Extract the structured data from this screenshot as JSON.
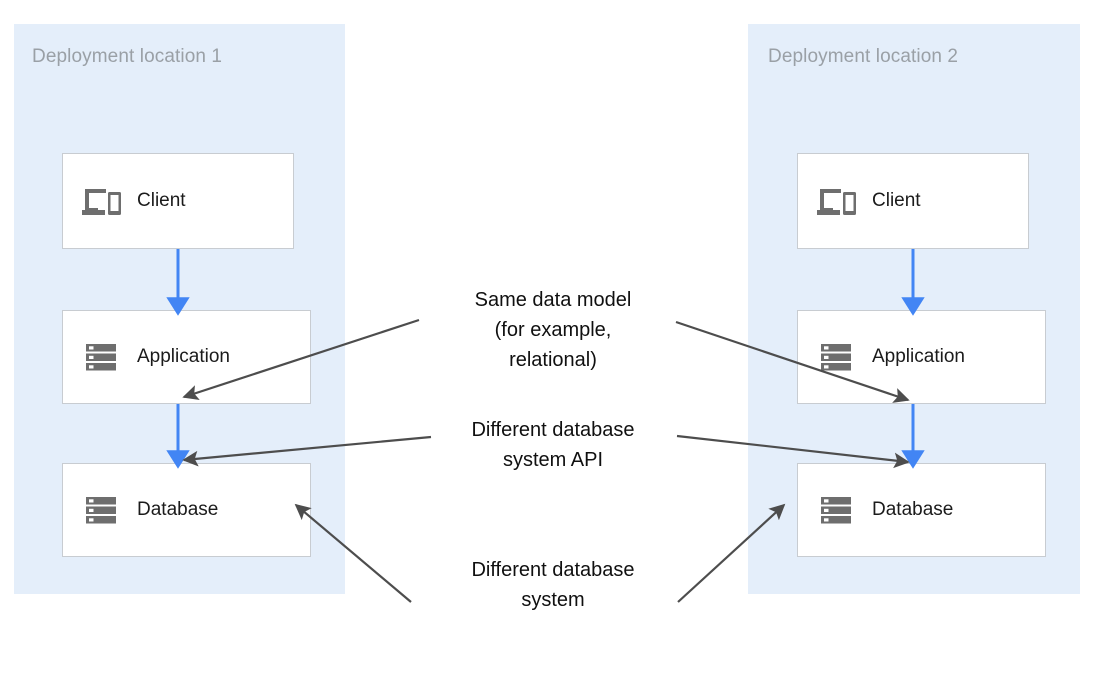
{
  "diagram": {
    "title_hidden": "",
    "colors": {
      "zone_fill": "#e4eefa",
      "zone_title": "#9aa0a6",
      "box_border": "#c8ccd1",
      "box_fill": "#ffffff",
      "icon_gray": "#6e6e6e",
      "flow_arrow_blue": "#4285f4",
      "callout_arrow_gray": "#4d4d4d",
      "text_dark": "#101010",
      "page_bg": "#ffffff"
    },
    "zones": [
      {
        "id": "zone-1",
        "label": "Deployment location 1"
      },
      {
        "id": "zone-2",
        "label": "Deployment location 2"
      }
    ],
    "nodes": {
      "left": [
        {
          "id": "client-1",
          "label": "Client",
          "icon": "devices-icon"
        },
        {
          "id": "application-1",
          "label": "Application",
          "icon": "server-stack-icon"
        },
        {
          "id": "database-1",
          "label": "Database",
          "icon": "server-stack-icon"
        }
      ],
      "right": [
        {
          "id": "client-2",
          "label": "Client",
          "icon": "devices-icon"
        },
        {
          "id": "application-2",
          "label": "Application",
          "icon": "server-stack-icon"
        },
        {
          "id": "database-2",
          "label": "Database",
          "icon": "server-stack-icon"
        }
      ]
    },
    "callouts": [
      {
        "id": "callout-data-model",
        "text": "Same data model\n(for example,\nrelational)"
      },
      {
        "id": "callout-db-system-api",
        "text": "Different database\nsystem API"
      },
      {
        "id": "callout-db-system",
        "text": "Different database\nsystem"
      }
    ],
    "flows": [
      {
        "id": "flow-client-to-app-left",
        "from": "client-1",
        "to": "application-1",
        "color": "#4285f4"
      },
      {
        "id": "flow-app-to-db-left",
        "from": "application-1",
        "to": "database-1",
        "color": "#4285f4"
      },
      {
        "id": "flow-client-to-app-right",
        "from": "client-2",
        "to": "application-2",
        "color": "#4285f4"
      },
      {
        "id": "flow-app-to-db-right",
        "from": "application-2",
        "to": "database-2",
        "color": "#4285f4"
      }
    ]
  }
}
